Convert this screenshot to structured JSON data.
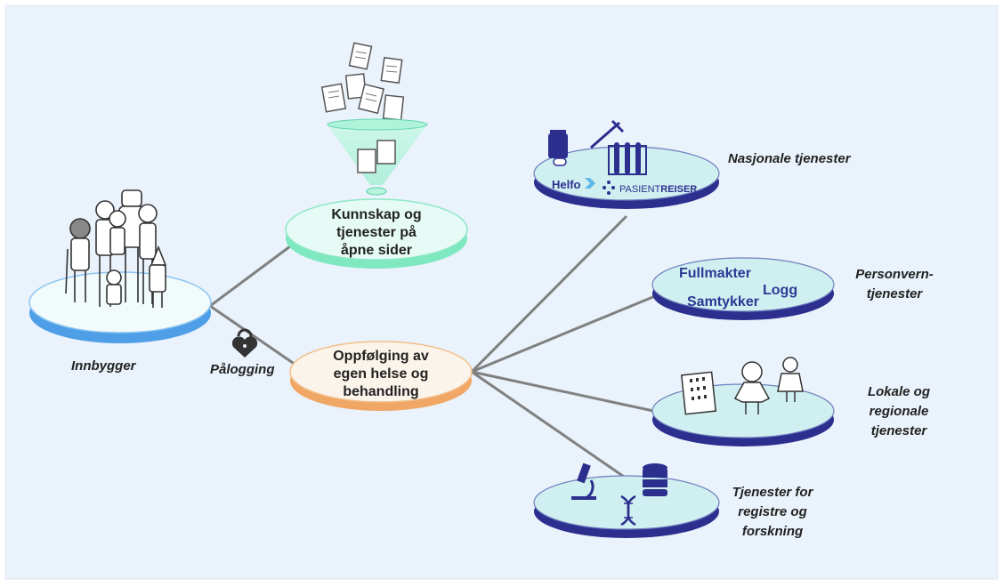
{
  "colors": {
    "background": "#eaf2fb",
    "citizen_platform": "#4e9ee8",
    "knowledge_platform": "#7fe8c0",
    "followup_platform": "#f0a766",
    "service_platform": "#2d2f8f",
    "connector_line": "#808080"
  },
  "nodes": {
    "citizen": {
      "label": "Innbygger"
    },
    "login": {
      "label": "Pålogging",
      "icon": "heart-padlock-icon"
    },
    "knowledge": {
      "line1": "Kunnskap og",
      "line2": "tjenester på",
      "line3": "åpne sider"
    },
    "followup": {
      "line1": "Oppfølging av",
      "line2": "egen helse og",
      "line3": "behandling"
    },
    "national": {
      "label": "Nasjonale tjenester",
      "logo_helfo": "Helfo",
      "logo_pasient": "PASIENT",
      "logo_reiser": "REISER"
    },
    "privacy": {
      "line1": "Personvern-",
      "line2": "tjenester",
      "item1": "Fullmakter",
      "item2": "Logg",
      "item3": "Samtykker"
    },
    "local": {
      "line1": "Lokale og",
      "line2": "regionale",
      "line3": "tjenester"
    },
    "registry": {
      "line1": "Tjenester for",
      "line2": "registre og",
      "line3": "forskning"
    }
  }
}
